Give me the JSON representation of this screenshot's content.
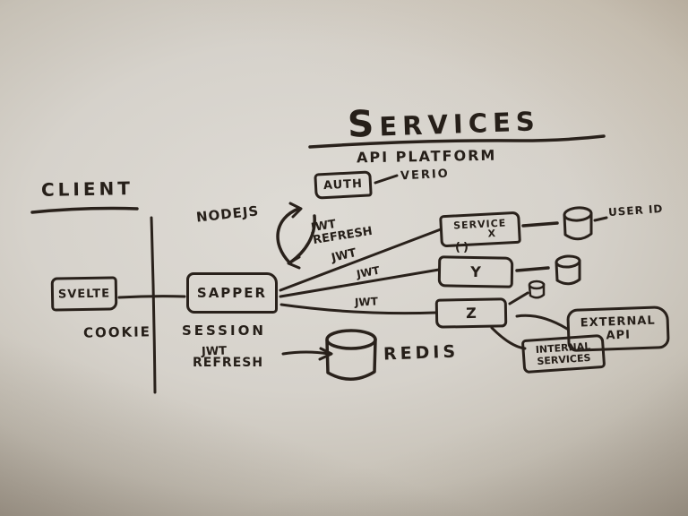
{
  "diagram": {
    "services": {
      "title": "SERVICES",
      "subtitle": "API PLATFORM",
      "auth_label": "AUTH",
      "auth_provider": "VERIO"
    },
    "client": {
      "heading": "CLIENT",
      "svelte_label": "SVELTE",
      "cookie_label": "COOKIE"
    },
    "server": {
      "sapper_label": "SAPPER",
      "nodejs_label": "NODEJS"
    },
    "edge_labels": {
      "jwt_refresh_line1": "JWT",
      "jwt_refresh_line2": "REFRESH",
      "jwt_x": "JWT",
      "jwt_y": "JWT",
      "jwt_z": "JWT"
    },
    "service_nodes": {
      "service_x_line1": "SERVICE",
      "service_x_line2": "X",
      "parens_label": "()",
      "service_y_label": "Y",
      "service_z_label": "Z",
      "user_id_label": "USER ID",
      "external_api_line1": "EXTERNAL",
      "external_api_line2": "API",
      "internal_services_line1": "INTERNAL",
      "internal_services_line2": "SERVICES"
    },
    "session_flow": {
      "session_label": "SESSION",
      "jwt_label": "JWT",
      "refresh_label": "REFRESH",
      "redis_label": "REDIS"
    },
    "colors": {
      "ink": "#29211b",
      "board_light": "#dedbd5",
      "board_dark": "#93897c"
    }
  }
}
